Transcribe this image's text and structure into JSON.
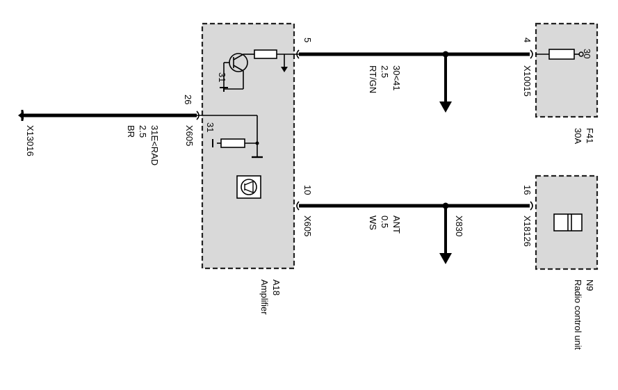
{
  "components": {
    "amplifier": {
      "id": "A18",
      "name": "Amplifier"
    },
    "fuse": {
      "id": "F41",
      "rating": "30A",
      "pin": "30"
    },
    "radio_unit": {
      "id": "N9",
      "name": "Radio control unit"
    }
  },
  "connectors": {
    "x605_left": "X605",
    "x605_bottom": "X605",
    "x10015": "X10015",
    "x18126": "X18126",
    "x830": "X830",
    "x13016": "X13016"
  },
  "pins": {
    "amp_26": "26",
    "amp_5": "5",
    "amp_10": "10",
    "fuse_4": "4",
    "radio_16": "16",
    "ground_31_a": "31",
    "ground_31_b": "31"
  },
  "wires": {
    "ground": {
      "signal": "31E<RAD",
      "size": "2.5",
      "color": "BR"
    },
    "power": {
      "signal": "30<41",
      "size": "2.5",
      "color": "RT/GN"
    },
    "antenna": {
      "signal": "ANT",
      "size": "0.5",
      "color": "WS"
    }
  }
}
